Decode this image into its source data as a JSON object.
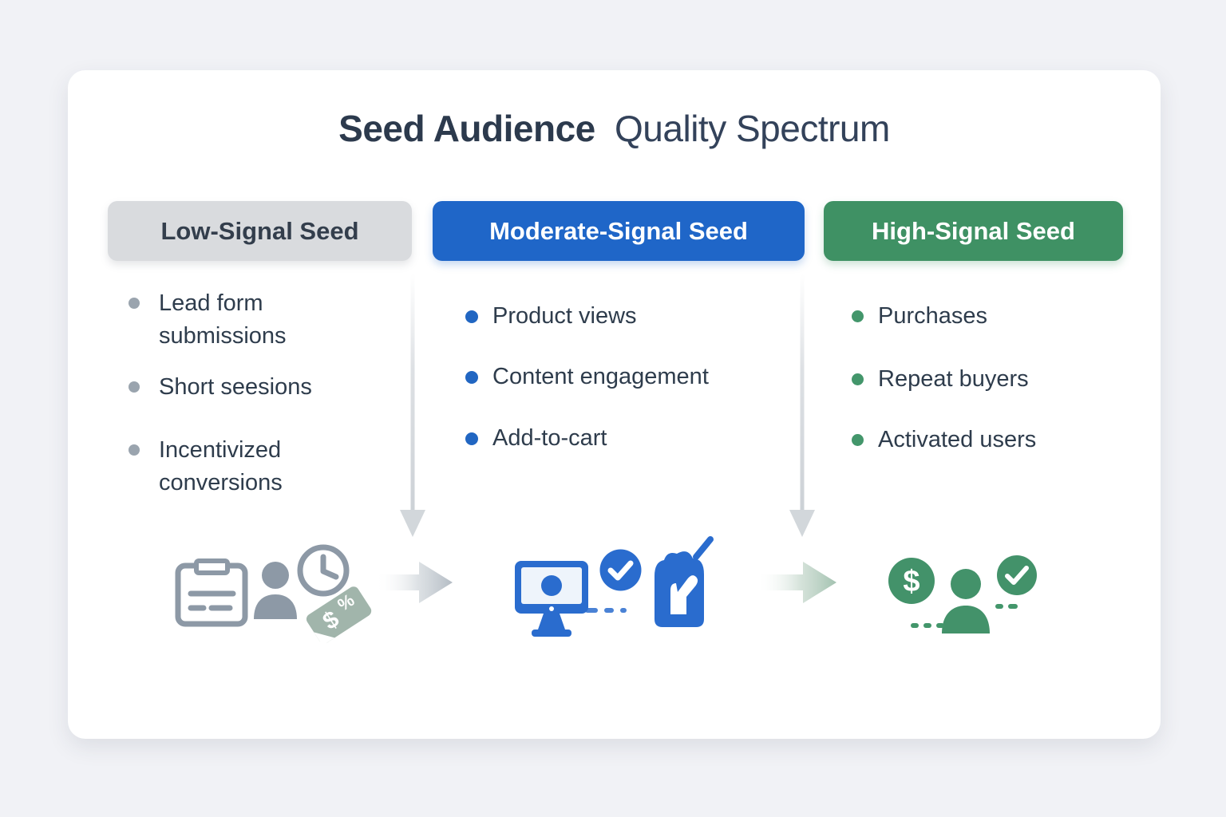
{
  "title": {
    "strong": "Seed Audience",
    "light": "Quality Spectrum"
  },
  "columns": [
    {
      "header": "Low-Signal Seed",
      "header_bg": "#d9dbde",
      "header_text_color": "#333e4c",
      "bullet_color": "#9aa4ae",
      "items": [
        "Lead form submissions",
        "Short seesions",
        "Incentivized conversions"
      ],
      "icons": [
        "form-document-icon",
        "user-icon",
        "clock-icon",
        "discount-coupon-icon"
      ]
    },
    {
      "header": "Moderate-Signal Seed",
      "header_bg": "#1f66c8",
      "header_text_color": "#ffffff",
      "bullet_color": "#2166c2",
      "items": [
        "Product views",
        "Content engagement",
        "Add-to-cart"
      ],
      "icons": [
        "monitor-icon",
        "check-circle-icon",
        "shopping-bag-icon",
        "pen-icon"
      ]
    },
    {
      "header": "High-Signal Seed",
      "header_bg": "#3f9164",
      "header_text_color": "#ffffff",
      "bullet_color": "#43966b",
      "items": [
        "Purchases",
        "Repeat buyers",
        "Activated users"
      ],
      "icons": [
        "dollar-circle-icon",
        "user-icon",
        "check-circle-icon"
      ]
    }
  ],
  "flow_icons": [
    "right-arrow-icon",
    "right-arrow-icon",
    "down-arrow-icon",
    "down-arrow-icon"
  ],
  "colors": {
    "background": "#f1f2f6",
    "card": "#ffffff",
    "title_text": "#2c3a4d",
    "body_text": "#2e3c4c",
    "low_gray": "#d9dbde",
    "moderate_blue": "#1f66c8",
    "high_green": "#3f9164",
    "icon_gray": "#8d99a6",
    "icon_blue": "#2a6cce",
    "icon_green": "#43926a",
    "coupon_sage": "#a1b5ab",
    "arrow_gray": "#b4bcc4",
    "arrow_green": "#a3c2b0"
  }
}
